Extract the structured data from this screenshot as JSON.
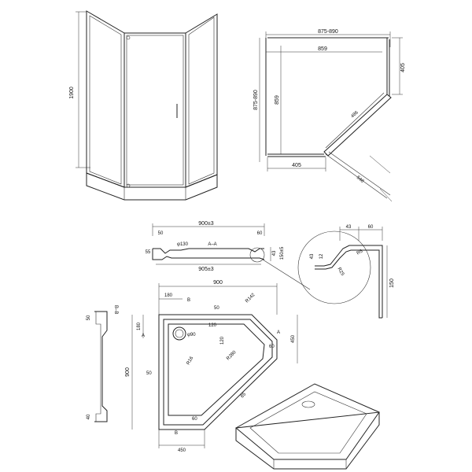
{
  "enclosure_front": {
    "height_label": "1900"
  },
  "enclosure_plan": {
    "width_range_top": "875-890",
    "inner_width": "859",
    "side_405_right": "405",
    "height_range_left": "875-890",
    "inner_height": "859",
    "side_405_bottom": "405",
    "door_opening": "548",
    "diag_label": "486"
  },
  "tray_section_aa": {
    "top_width": "900±3",
    "left_offset": "50",
    "right_offset": "60",
    "drain": "φ130",
    "section_name": "A–A",
    "height_55": "55",
    "height_43": "43",
    "bottom_width": "905±3",
    "height_150": "150±5"
  },
  "detail_zoom": {
    "d43": "43",
    "d60": "60",
    "d12": "12",
    "d43b": "43",
    "angle": "R5",
    "diag": "R25",
    "h150": "150"
  },
  "tray_plan": {
    "overall": "900",
    "b_b": "B–B",
    "d180_top": "180",
    "d50_top": "50",
    "r142": "R142",
    "d180_left": "180",
    "phi90": "φ90",
    "d120a": "120",
    "d120b": "120",
    "r280": "R280",
    "r16": "R16",
    "d60_right": "60",
    "d450_right": "450",
    "d50_left": "50",
    "d85": "85",
    "d900_left": "900",
    "d60_bottom": "60",
    "d450_bottom": "450",
    "sec_a_left": "A",
    "sec_a_right": "A",
    "sec_b_top": "B",
    "sec_b_bottom": "B"
  },
  "side_section_bb": {
    "top_50": "50",
    "bottom_40": "40",
    "label": "B–B"
  }
}
